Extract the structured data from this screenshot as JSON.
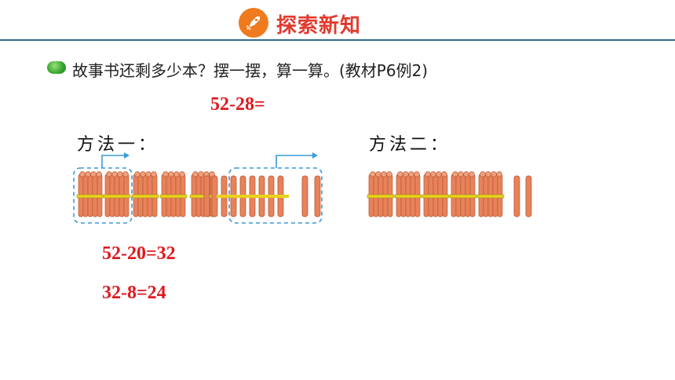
{
  "header": {
    "title": "探索新知",
    "icon": "rocket-icon",
    "accent": "#e23a2e"
  },
  "question": {
    "text": "故事书还剩多少本？摆一摆，算一算。(教材P6例2)"
  },
  "problem": {
    "expression": "52-28="
  },
  "method1": {
    "label": "方法一：",
    "bundles": 5,
    "singles": 2,
    "step1": "52-20=32",
    "step2": "32-8=24"
  },
  "method2": {
    "label": "方法二：",
    "bundles": 5,
    "singles": 2
  },
  "colors": {
    "stick": "#e8825a",
    "band": "#e8d21a",
    "dashed": "#3a9ad9",
    "equation": "#e0191e"
  }
}
